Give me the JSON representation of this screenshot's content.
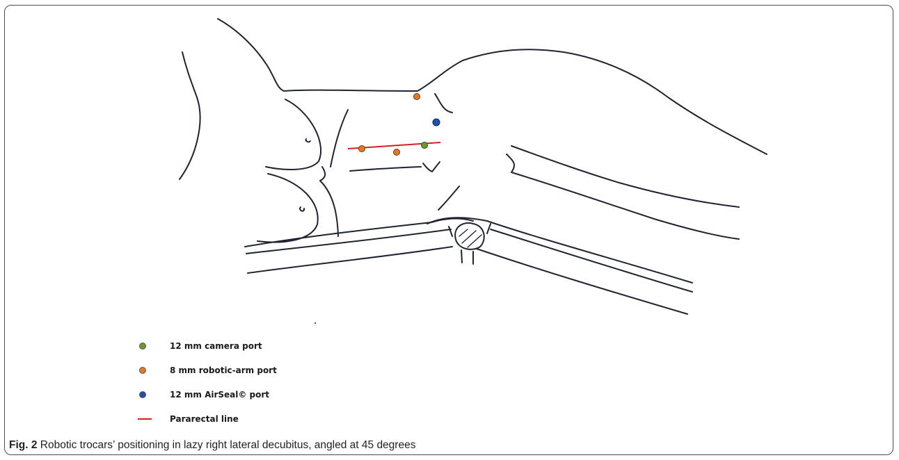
{
  "figure": {
    "caption_label": "Fig. 2",
    "caption_text": "Robotic trocars’ positioning in lazy right lateral decubitus, angled at 45 degrees"
  },
  "colors": {
    "camera_port": "#6a9a2a",
    "robotic_arm_port": "#e07a2a",
    "airseal_port": "#1f4fb0",
    "pararectal_line": "#d42020",
    "ink": "#1e2330"
  },
  "legend": [
    {
      "key": "camera_port",
      "label": "12 mm camera port",
      "marker": "dot"
    },
    {
      "key": "robotic_arm_port",
      "label": "8 mm robotic-arm port",
      "marker": "dot"
    },
    {
      "key": "airseal_port",
      "label": "12 mm AirSeal© port",
      "marker": "dot"
    },
    {
      "key": "pararectal_line",
      "label": "Pararectal line",
      "marker": "line"
    }
  ]
}
